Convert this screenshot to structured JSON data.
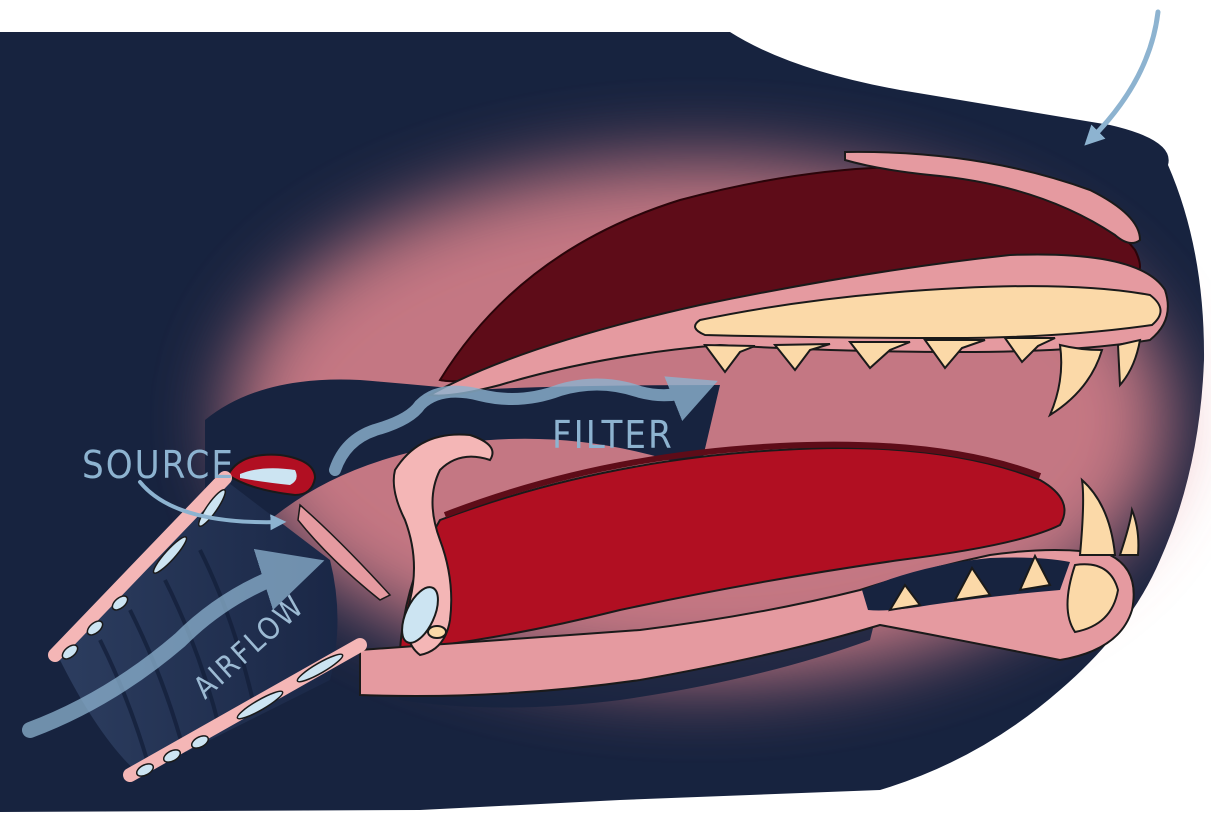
{
  "labels": {
    "source": "SOURCE",
    "filter": "FILTER",
    "airflow": "AIRFLOW"
  },
  "colors": {
    "background": "#17233f",
    "glow": "#e3868f",
    "flesh_pink": "#e59aa0",
    "dark_red": "#5e0c18",
    "tongue_red": "#b10f22",
    "bone": "#fbd9a8",
    "cartilage_blue": "#cce4f2",
    "arrow_blue": "#8db3d0"
  }
}
